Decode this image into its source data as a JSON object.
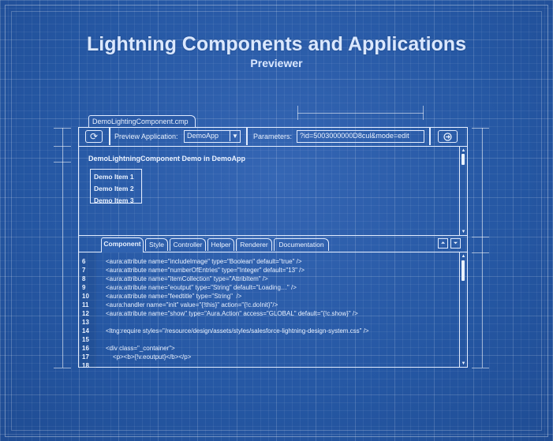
{
  "header": {
    "title": "Lightning Components and Applications",
    "subtitle": "Previewer"
  },
  "file_tab": {
    "label": "DemoLightingComponent.cmp"
  },
  "toolbar": {
    "refresh_icon": "refresh-icon",
    "preview_app_label": "Preview Application:",
    "preview_app_value": "DemoApp",
    "parameters_label": "Parameters:",
    "parameters_value": "?id=5003000000D8cul&mode=edit",
    "open_icon": "open-browser-icon"
  },
  "preview": {
    "title": "DemoLightningComponent Demo in DemoApp",
    "items": [
      "Demo Item 1",
      "Demo Item 2",
      "Demo Item 3"
    ]
  },
  "tabs": [
    {
      "label": "Component",
      "active": true
    },
    {
      "label": "Style",
      "active": false
    },
    {
      "label": "Controller",
      "active": false
    },
    {
      "label": "Helper",
      "active": false
    },
    {
      "label": "Renderer",
      "active": false
    },
    {
      "label": "Documentation",
      "active": false
    }
  ],
  "panel_buttons": {
    "collapse_up": "⏶",
    "collapse_down": "⏷"
  },
  "code_lines": [
    {
      "n": "6",
      "text": "<aura:attribute name=\"includeImage\" type=\"Boolean\" default=\"true\" />"
    },
    {
      "n": "7",
      "text": "<aura:attribute name=\"numberOfEntries\" type=\"Integer\" default=\"13\" />"
    },
    {
      "n": "8",
      "text": "<aura:attribute name=\"itemCollection\" type=\"AttribItem\" />"
    },
    {
      "n": "9",
      "text": "<aura:attribute name=\"eoutput\" type=\"String\" default=\"Loading…\" />"
    },
    {
      "n": "10",
      "text": "<aura:attribute name=\"feedtitle\" type=\"String\"  />"
    },
    {
      "n": "11",
      "text": "<aura:handler name=\"init\" value=\"{!this}\" action=\"{!c.doInit}\"/>"
    },
    {
      "n": "12",
      "text": "<aura:attribute name=\"show\" type=\"Aura.Action\" access=\"GLOBAL\" default=\"{!c.show}\" />"
    },
    {
      "n": "13",
      "text": ""
    },
    {
      "n": "14",
      "text": "<ltng:require styles=\"/resource/design/assets/styles/salesforce-lightning-design-system.css\" />"
    },
    {
      "n": "15",
      "text": ""
    },
    {
      "n": "16",
      "text": "<div class=\"_container\">"
    },
    {
      "n": "17",
      "text": "    <p><b>{!v.eoutput}</b></p>"
    },
    {
      "n": "18",
      "text": ""
    }
  ],
  "colors": {
    "background": "#2a5aa6",
    "line": "#e3edff"
  }
}
